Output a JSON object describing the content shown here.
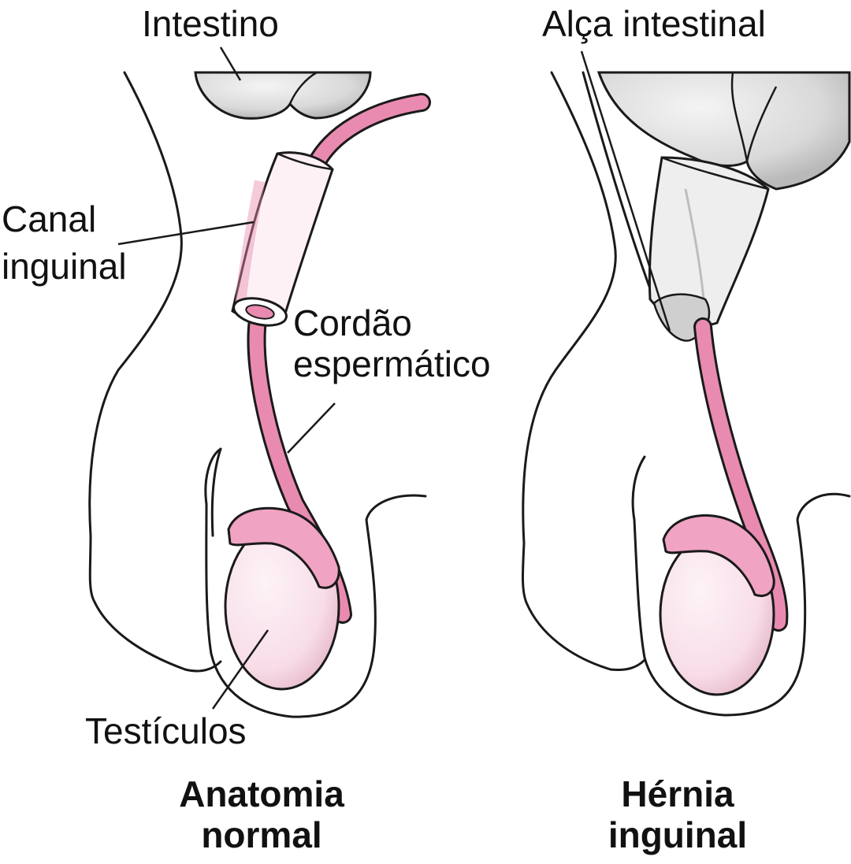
{
  "colors": {
    "outline": "#1a1a1a",
    "cord_pink": "#e98bb0",
    "epididymis_pink": "#f0a3c2",
    "testis_pink": "#fbe6ef",
    "canal_fill": "#fdf1f6",
    "intestine_gray": "#d7d7d7",
    "hernia_sac": "#eeeeee"
  },
  "labels": {
    "intestino": "Intestino",
    "alca": "Alça intestinal",
    "canal_1": "Canal",
    "canal_2": "inguinal",
    "cordao_1": "Cordão",
    "cordao_2": "espermático",
    "testiculos": "Testículos"
  },
  "captions": {
    "normal_1": "Anatomia",
    "normal_2": "normal",
    "hernia_1": "Hérnia",
    "hernia_2": "inguinal"
  }
}
